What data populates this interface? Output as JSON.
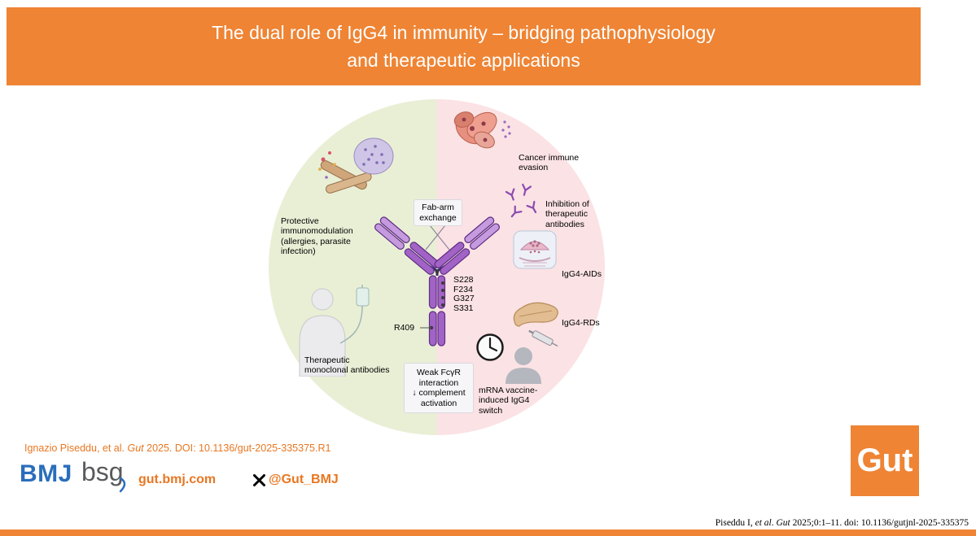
{
  "header": {
    "title": "The dual role of IgG4 in immunity – bridging pathophysiology\nand therapeutic applications"
  },
  "figure": {
    "labels": {
      "protective": "Protective\nimmunomodulation\n(allergies, parasite\ninfection)",
      "therapeutic": "Therapeutic\nmonoclonal antibodies",
      "fab_arm_exchange": "Fab-arm\nexchange",
      "weak_fcyr": "Weak FcγR\ninteraction\n↓ complement\nactivation",
      "cancer": "Cancer immune\nevasion",
      "inhibition": "Inhibition of\ntherapeutic\nantibodies",
      "igg4_aids": "IgG4-AIDs",
      "igg4_rds": "IgG4-RDs",
      "mrna": "mRNA vaccine-\ninduced IgG4\nswitch",
      "r409": "R409"
    },
    "residues": [
      "S228",
      "F234",
      "G327",
      "S331"
    ],
    "icons": [
      "igg4-antibody-diagram",
      "parasite-allergy-icon",
      "patient-infusion-icon",
      "cancer-cells-icon",
      "antibody-cluster-icon",
      "neuromuscular-junction-icon",
      "pancreas-icon",
      "clock-icon",
      "syringe-icon",
      "vaccinated-person-icon"
    ]
  },
  "footer": {
    "citation_pre": "Ignazio Piseddu, et al. ",
    "citation_journal": "Gut",
    "citation_post": " 2025. DOI: 10.1136/gut-2025-335375.R1",
    "bmj_logo": "BMJ",
    "bsg_logo": "bsg",
    "website": "gut.bmj.com",
    "x_handle": "@Gut_BMJ",
    "gut_logo": "Gut"
  },
  "bottom": {
    "cite_pre": "Piseddu I, ",
    "cite_etal": "et al",
    "cite_sep": ". ",
    "cite_journal": "Gut",
    "cite_post": " 2025;0:1–11. doi: 10.1136/gutjnl-2025-335375"
  },
  "colors": {
    "orange": "#ee8434",
    "green_half": "#e9efd5",
    "pink_half": "#fbe2e4",
    "antibody_purple": "#a263c6",
    "bmj_blue": "#2a6ebb"
  }
}
